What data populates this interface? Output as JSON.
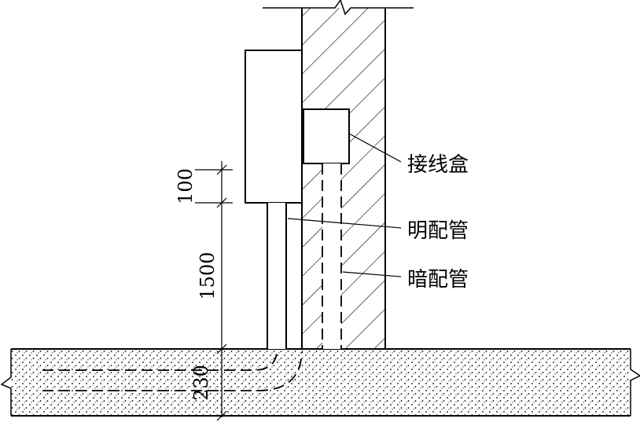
{
  "labels": {
    "junction_box": "接线盒",
    "exposed_conduit": "明配管",
    "concealed_conduit": "暗配管"
  },
  "dimensions": {
    "top": "100",
    "middle": "1500",
    "bottom": "230"
  }
}
